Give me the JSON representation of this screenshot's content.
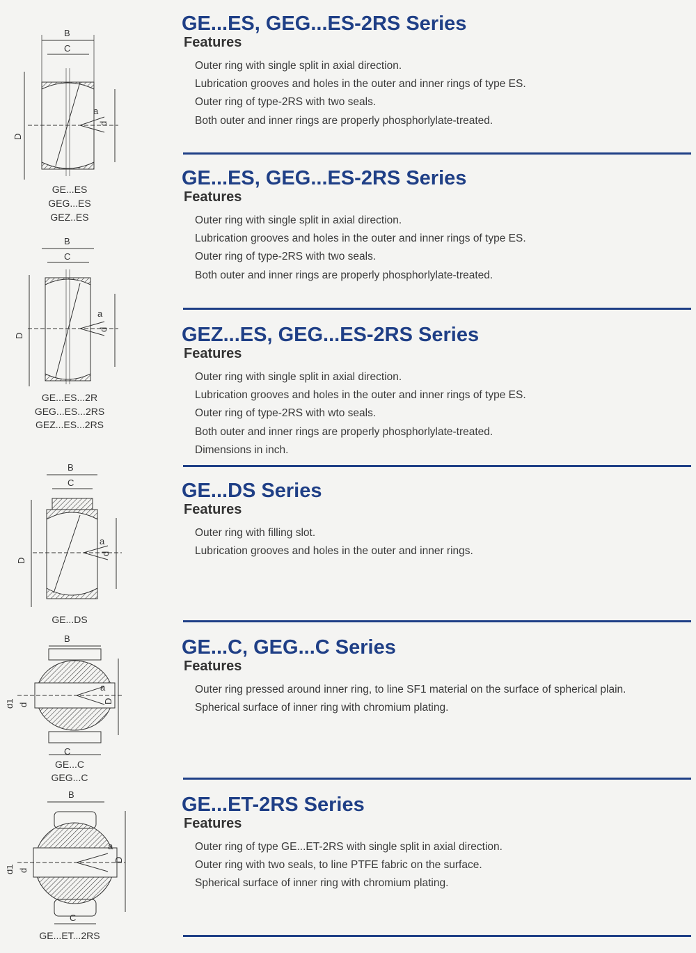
{
  "sections": [
    {
      "title": "GE...ES, GEG...ES-2RS Series",
      "features_label": "Features",
      "items": [
        "Outer ring with single split in axial direction.",
        "Lubrication grooves and holes in the outer and inner rings of type ES.",
        "Outer ring of type-2RS with two seals.",
        "Both outer and inner rings are properly phosphorlylate-treated."
      ],
      "captions": [
        "GE...ES",
        "GEG...ES",
        "GEZ..ES"
      ]
    },
    {
      "title": "GE...ES, GEG...ES-2RS Series",
      "features_label": "Features",
      "items": [
        "Outer ring with single split in axial direction.",
        "Lubrication grooves and holes in the outer and inner rings of type ES.",
        "Outer ring of type-2RS with two seals.",
        "Both outer and inner rings are properly phosphorlylate-treated."
      ],
      "captions": [
        "GE...ES...2R",
        "GEG...ES...2RS",
        "GEZ...ES...2RS"
      ]
    },
    {
      "title": "GEZ...ES, GEG...ES-2RS Series",
      "features_label": "Features",
      "items": [
        "Outer ring with single split in axial direction.",
        "Lubrication grooves and holes in the outer and inner rings of type ES.",
        "Outer ring of type-2RS with wto seals.",
        "Both outer and inner rings are properly phosphorlylate-treated.",
        "Dimensions in inch."
      ],
      "captions": []
    },
    {
      "title": "GE...DS Series",
      "features_label": "Features",
      "items": [
        "Outer ring with filling slot.",
        "Lubrication grooves and holes in the outer and inner rings."
      ],
      "captions": [
        "GE...DS"
      ]
    },
    {
      "title": "GE...C, GEG...C Series",
      "features_label": "Features",
      "items": [
        "Outer ring pressed around inner ring, to line SF1 material on the surface of spherical plain.",
        "Spherical surface of inner ring with chromium plating."
      ],
      "captions": [
        "GE...C",
        "GEG...C"
      ]
    },
    {
      "title": "GE...ET-2RS Series",
      "features_label": "Features",
      "items": [
        "Outer ring of type GE...ET-2RS with single split in axial direction.",
        "Outer ring with two seals, to line PTFE fabric on the surface.",
        "Spherical surface of inner ring with chromium plating."
      ],
      "captions": [
        "GE...ET...2RS"
      ]
    }
  ],
  "dimension_labels": {
    "B": "B",
    "C": "C",
    "D": "D",
    "d": "d",
    "d1": "d1",
    "a": "a"
  },
  "colors": {
    "title": "#1f3f86",
    "rule": "#1f3f86",
    "text": "#3a3a3a"
  }
}
